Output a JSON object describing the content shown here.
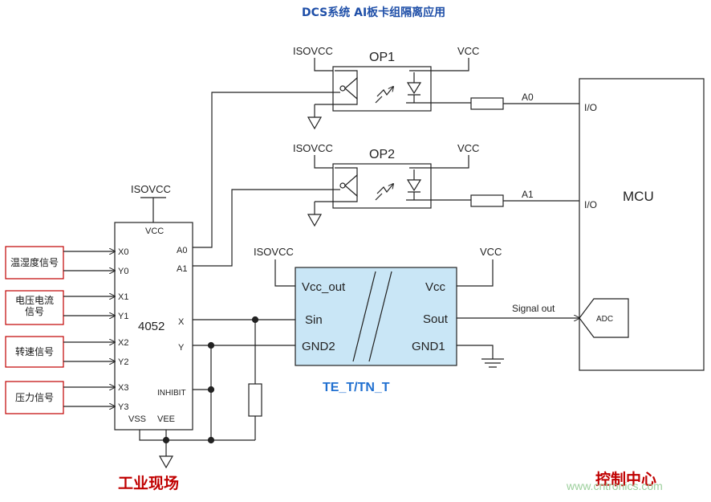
{
  "title": "DCS系统 AI板卡组隔离应用",
  "colors": {
    "title_blue": "#1f4fa8",
    "label_red": "#c00000",
    "module_fill": "#c9e6f6",
    "module_label_blue": "#1f6fd0",
    "watermark_green": "#9ccf9c"
  },
  "inputs": [
    "温湿度信号",
    "电压电流\n信号",
    "转速信号",
    "压力信号"
  ],
  "mux": {
    "name": "4052",
    "vcc": "VCC",
    "isovcc": "ISOVCC",
    "pins_left": [
      "X0",
      "Y0",
      "X1",
      "Y1",
      "X2",
      "Y2",
      "X3",
      "Y3"
    ],
    "pin_a0": "A0",
    "pin_a1": "A1",
    "pin_x": "X",
    "pin_y": "Y",
    "pin_inhibit": "INHIBIT",
    "pin_vss": "VSS",
    "pin_vee": "VEE"
  },
  "op1": {
    "name": "OP1",
    "isovcc": "ISOVCC",
    "vcc": "VCC",
    "signal": "A0"
  },
  "op2": {
    "name": "OP2",
    "isovcc": "ISOVCC",
    "vcc": "VCC",
    "signal": "A1"
  },
  "mcu": {
    "name": "MCU",
    "io1": "I/O",
    "io2": "I/O",
    "adc": "ADC"
  },
  "isolator": {
    "vcc_out": "Vcc_out",
    "sin": "Sin",
    "gnd2": "GND2",
    "vcc": "Vcc",
    "sout": "Sout",
    "gnd1": "GND1",
    "left_supply": "ISOVCC",
    "right_supply": "VCC",
    "module_label": "TE_T/TN_T"
  },
  "signal_out": "Signal out",
  "field_label": "工业现场",
  "control_label": "控制中心",
  "watermark": "www.cntronics.com"
}
